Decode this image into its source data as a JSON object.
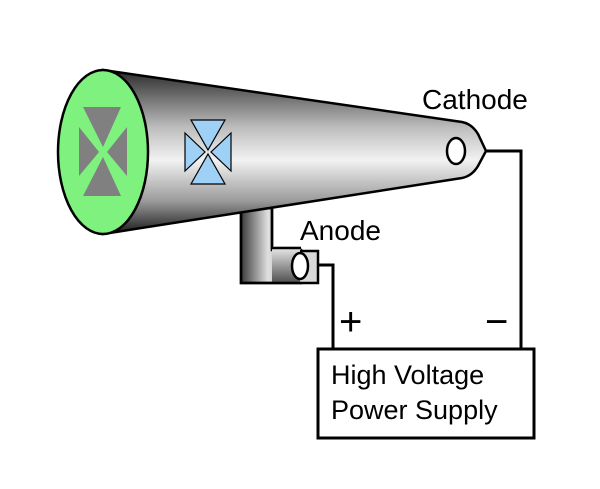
{
  "diagram": {
    "labels": {
      "cathode": "Cathode",
      "anode": "Anode",
      "plus": "+",
      "minus": "−",
      "power_supply_line1": "High Voltage",
      "power_supply_line2": "Power Supply"
    },
    "colors": {
      "background": "#ffffff",
      "screen_fill": "#7ef17e",
      "cross_shadow": "#808080",
      "maltese_cross": "#9fd0f5",
      "tube_dark": "#1e1e1e",
      "tube_light": "#e8e8e8",
      "outline": "#000000"
    },
    "components": [
      "crt-tube",
      "fluorescent-screen",
      "cross-shadow",
      "maltese-cross",
      "cathode-electrode",
      "anode-electrode",
      "high-voltage-power-supply"
    ]
  }
}
